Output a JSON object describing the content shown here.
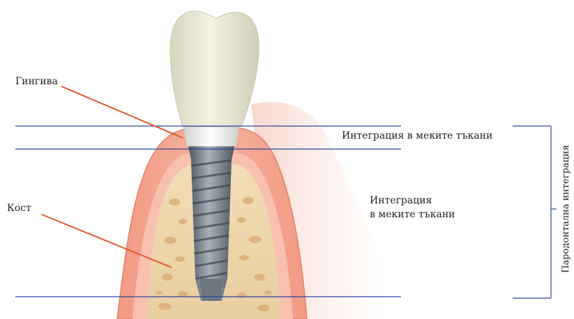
{
  "labels": {
    "gingiva": "Гингива",
    "bone": "Кост",
    "soft_tissue_integration_1": "Интеграция в меките тъкани",
    "soft_tissue_integration_2_line1": "Интеграция",
    "soft_tissue_integration_2_line2": "в меките тъкани",
    "periodontal_integration": "Пародонтална интеграция"
  },
  "colors": {
    "guide_lines": "#2b44a0",
    "leader_lines": "#e05a2e",
    "gum": "#f0a08c",
    "bone": "#ecd3a8",
    "crown": "#ecebd6",
    "implant": "#7d8790"
  }
}
